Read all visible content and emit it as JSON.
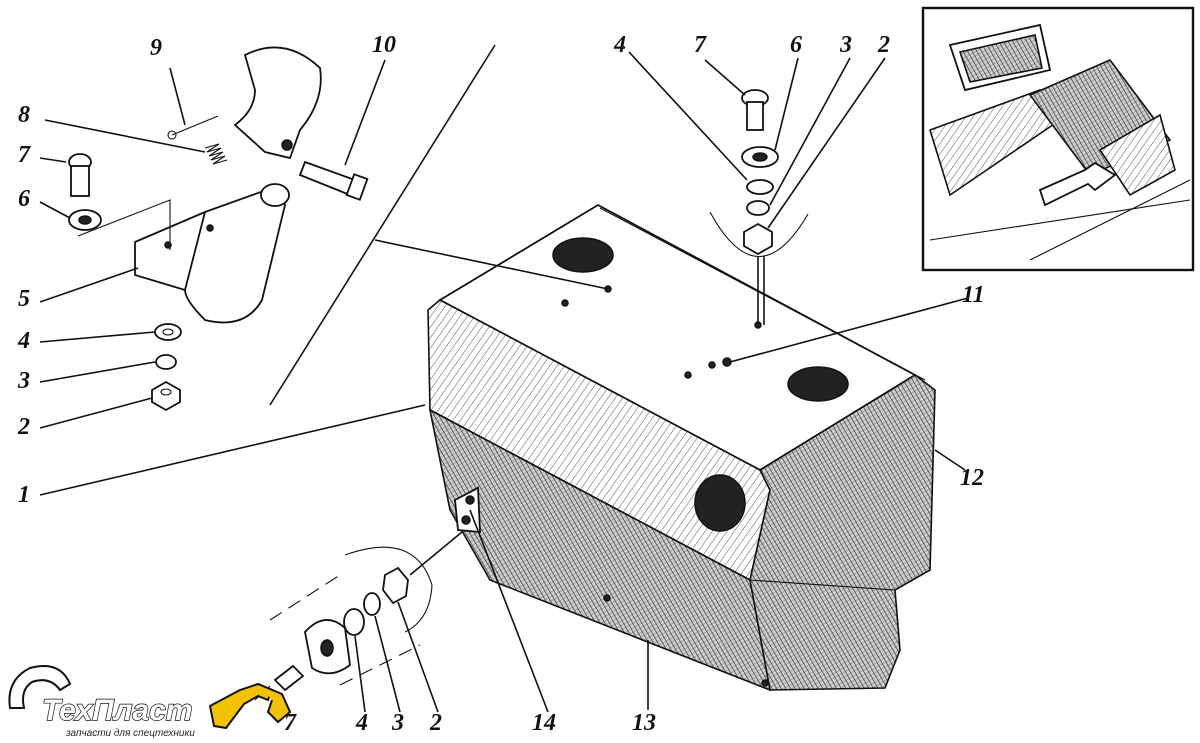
{
  "callouts": [
    {
      "id": "c9",
      "label": "9"
    },
    {
      "id": "c10",
      "label": "10"
    },
    {
      "id": "c8",
      "label": "8"
    },
    {
      "id": "c7a",
      "label": "7"
    },
    {
      "id": "c6a",
      "label": "6"
    },
    {
      "id": "c5",
      "label": "5"
    },
    {
      "id": "c4a",
      "label": "4"
    },
    {
      "id": "c3a",
      "label": "3"
    },
    {
      "id": "c2a",
      "label": "2"
    },
    {
      "id": "c1",
      "label": "1"
    },
    {
      "id": "c4b",
      "label": "4"
    },
    {
      "id": "c7b",
      "label": "7"
    },
    {
      "id": "c6b",
      "label": "6"
    },
    {
      "id": "c3b",
      "label": "3"
    },
    {
      "id": "c2b",
      "label": "2"
    },
    {
      "id": "c11",
      "label": "11"
    },
    {
      "id": "c12",
      "label": "12"
    },
    {
      "id": "c13",
      "label": "13"
    },
    {
      "id": "c14",
      "label": "14"
    },
    {
      "id": "c4c",
      "label": "4"
    },
    {
      "id": "c3c",
      "label": "3"
    },
    {
      "id": "c2c",
      "label": "2"
    },
    {
      "id": "c7c",
      "label": "7"
    }
  ],
  "logo": {
    "name": "ТехПласт",
    "tagline": "запчасти для спецтехники",
    "icon": "excavator-icon"
  },
  "colors": {
    "ink": "#111111",
    "paper": "#ffffff",
    "logo_accent": "#f2c200"
  }
}
